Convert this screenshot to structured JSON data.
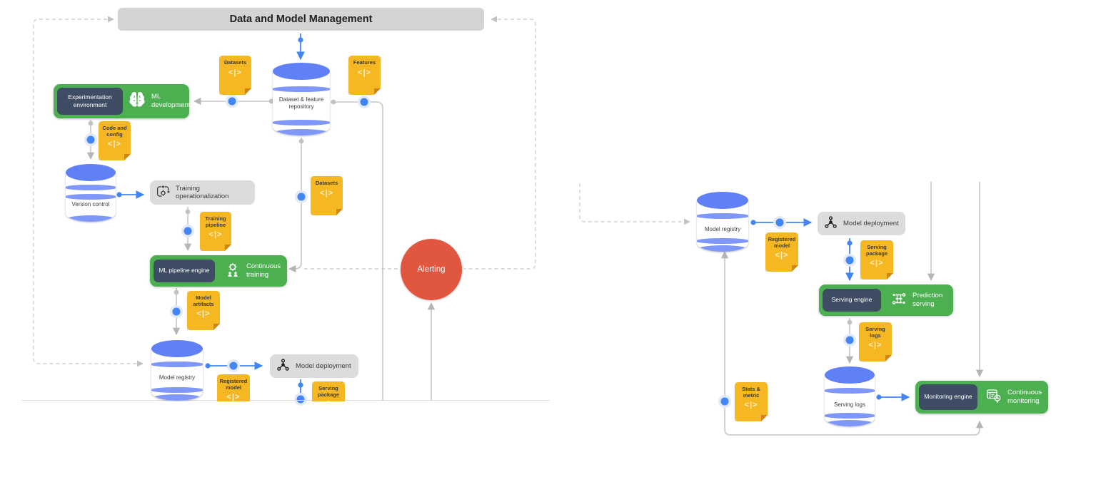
{
  "code_glyph": "<|>",
  "left": {
    "title": "Data and Model Management",
    "ml_development": {
      "chip": "Experimentation environment",
      "label": "ML development"
    },
    "dataset_repository_label": "Dataset & feature repository",
    "version_control_label": "Version control",
    "training_operationalization_label": "Training operationalization",
    "continuous_training": {
      "chip": "ML pipeline engine",
      "label": "Continuous training"
    },
    "model_registry_label": "Model registry",
    "model_deployment_label": "Model deployment",
    "alerting_label": "Alerting",
    "notes": {
      "datasets_top": "Datasets",
      "features": "Features",
      "code_and_config": "Code and config",
      "datasets_mid": "Datasets",
      "training_pipeline": "Training pipeline",
      "model_artifacts": "Model artifacts",
      "registered_model": "Registered model",
      "serving_package": "Serving package"
    }
  },
  "right": {
    "model_registry_label": "Model registry",
    "model_deployment_label": "Model deployment",
    "prediction_serving": {
      "chip": "Serving engine",
      "label": "Prediction serving"
    },
    "serving_logs_db_label": "Serving logs",
    "continuous_monitoring": {
      "chip": "Monitoring engine",
      "label": "Continuous monitoring"
    },
    "notes": {
      "registered_model": "Registered model",
      "serving_package": "Serving package",
      "serving_logs": "Serving logs",
      "stats_metric": "Stats & metric"
    }
  }
}
